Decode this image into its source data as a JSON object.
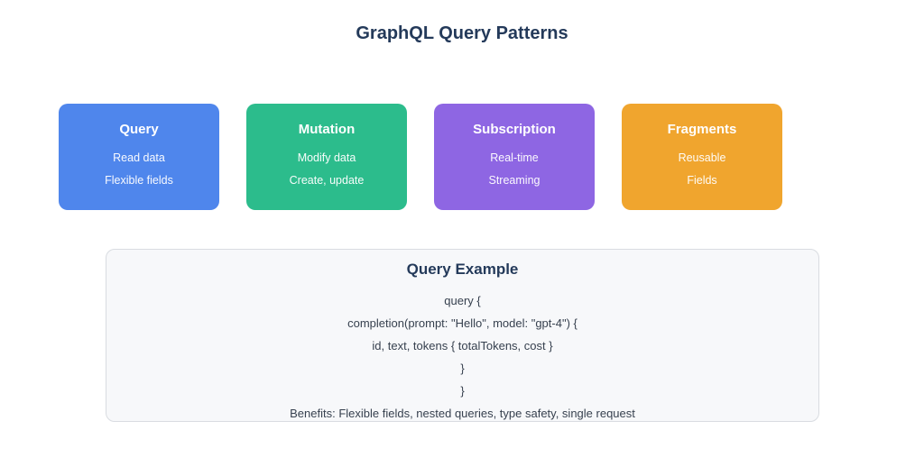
{
  "title": "GraphQL Query Patterns",
  "cards": [
    {
      "title": "Query",
      "line1": "Read data",
      "line2": "Flexible fields",
      "color": "#4f86ec"
    },
    {
      "title": "Mutation",
      "line1": "Modify data",
      "line2": "Create, update",
      "color": "#2cbc8c"
    },
    {
      "title": "Subscription",
      "line1": "Real-time",
      "line2": "Streaming",
      "color": "#8e66e3"
    },
    {
      "title": "Fragments",
      "line1": "Reusable",
      "line2": "Fields",
      "color": "#f0a52e"
    }
  ],
  "example": {
    "heading": "Query Example",
    "code_lines": {
      "0": "query {",
      "1": "completion(prompt: \"Hello\", model: \"gpt-4\") {",
      "2": "id, text, tokens { totalTokens, cost }",
      "3": "}",
      "4": "}"
    },
    "benefits": "Benefits: Flexible fields, nested queries, type safety, single request"
  },
  "colors": {
    "heading_text": "#243a5a",
    "body_text": "#37414f",
    "example_box_bg": "#f7f8fa",
    "example_box_border": "#d9dce1"
  }
}
